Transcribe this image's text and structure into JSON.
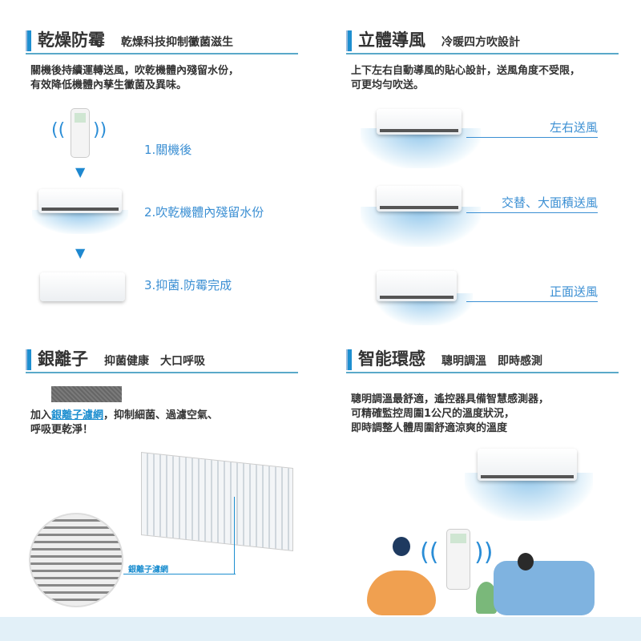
{
  "sections": {
    "dry": {
      "title": "乾燥防霉",
      "subtitle": "乾燥科技抑制黴菌滋生",
      "desc": [
        "關機後持續運轉送風，吹乾機體內殘留水份，",
        "有效降低機體內孳生黴菌及異味。"
      ],
      "steps": [
        "1.關機後",
        "2.吹乾機體內殘留水份",
        "3.抑菌.防霉完成"
      ]
    },
    "airflow": {
      "title": "立體導風",
      "subtitle": "冷暖四方吹設計",
      "desc": [
        "上下左右自動導風的貼心設計，送風角度不受限，",
        "可更均勻吹送。"
      ],
      "modes": [
        "左右送風",
        "交替、大面積送風",
        "正面送風"
      ]
    },
    "silver": {
      "title": "銀離子",
      "subtitle": "抑菌健康　大口呼吸",
      "desc_prefix": "加入",
      "desc_highlight": "銀離子濾網",
      "desc_suffix": "，抑制細菌、過濾空氣、",
      "desc_line2": "呼吸更乾淨！",
      "callout": "銀離子濾網"
    },
    "smart": {
      "title": "智能環感",
      "subtitle": "聰明調溫　即時感測",
      "desc": [
        "聰明調溫最舒適，遙控器具備智慧感測器，",
        "可精確監控周圍1公尺的溫度狀況，",
        "即時調整人體周圍舒適涼爽的溫度"
      ]
    }
  },
  "colors": {
    "accent": "#1e8fd0",
    "step_text": "#3b8fd3"
  }
}
